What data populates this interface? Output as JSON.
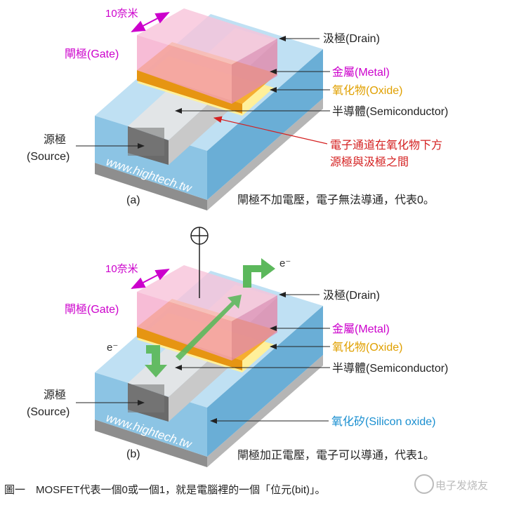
{
  "panel_a": {
    "width_label": "10奈米",
    "gate_label": "閘極(Gate)",
    "drain_label": "汲極(Drain)",
    "metal_label": "金屬(Metal)",
    "oxide_label": "氧化物(Oxide)",
    "semiconductor_label": "半導體(Semiconductor)",
    "source_label_line1": "源極",
    "source_label_line2": "(Source)",
    "channel_note_line1": "電子通道在氧化物下方",
    "channel_note_line2": "源極與汲極之間",
    "watermark": "www.hightech.tw",
    "panel_letter": "(a)",
    "caption": "閘極不加電壓，電子無法導通，代表0。"
  },
  "panel_b": {
    "width_label": "10奈米",
    "gate_label": "閘極(Gate)",
    "drain_label": "汲極(Drain)",
    "metal_label": "金屬(Metal)",
    "oxide_label": "氧化物(Oxide)",
    "semiconductor_label": "半導體(Semiconductor)",
    "source_label_line1": "源極",
    "source_label_line2": "(Source)",
    "silicon_oxide_label": "氧化矽(Silicon oxide)",
    "electron_in": "e⁻",
    "electron_out": "e⁻",
    "watermark": "www.hightech.tw",
    "panel_letter": "(b)",
    "caption": "閘極加正電壓，電子可以導通，代表1。"
  },
  "figure_caption": "圖一　MOSFET代表一個0或一個1，就是電腦裡的一個「位元(bit)」。",
  "logo_text": "电子发烧友",
  "colors": {
    "gate_label": "#cc00cc",
    "metal_label": "#cc00cc",
    "oxide_label": "#e0a000",
    "channel_note": "#d42020",
    "silicon_oxide_label": "#1a8fd0",
    "arrow_green": "#5cb85c",
    "substrate_blue": "#7fb9dc",
    "base_gray": "#a0a0a0",
    "gate_pink": "#f4a6c8",
    "metal_orange": "#f5a623",
    "oxide_yellow": "#fff09a"
  }
}
